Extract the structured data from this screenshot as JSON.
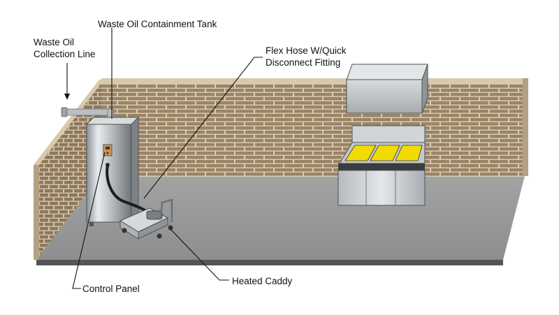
{
  "labels": {
    "waste_oil_containment_tank": "Waste Oil Containment Tank",
    "waste_oil_collection_line": [
      "Waste Oil",
      "Collection Line"
    ],
    "flex_hose": [
      "Flex Hose W/Quick",
      "Disconnect Fitting"
    ],
    "control_panel": "Control Panel",
    "heated_caddy": "Heated Caddy"
  },
  "colors": {
    "brick": "#9b8465",
    "mortar": "#d9cdb8",
    "floor": "#9a9a9a",
    "steel": "#c9cdd0",
    "fry_oil": "#f2dc00"
  }
}
